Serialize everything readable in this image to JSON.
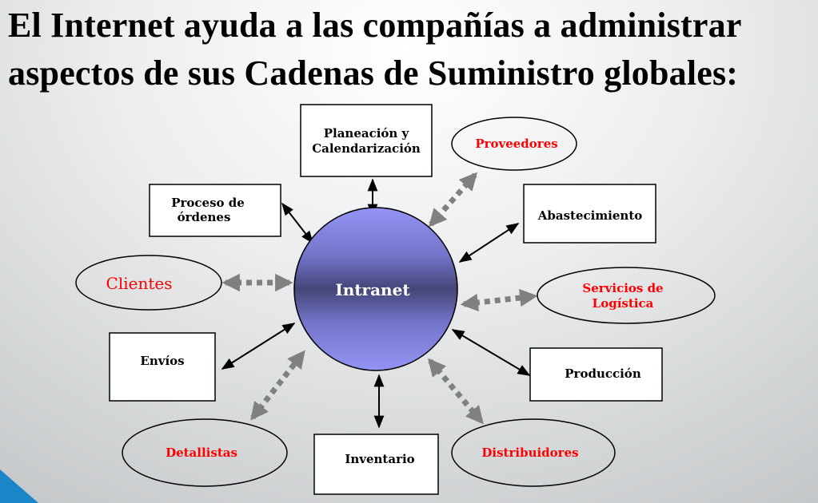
{
  "title": {
    "line1": "El Internet ayuda a las compañías a administrar",
    "line2": "aspectos de sus Cadenas de Suministro globales:"
  },
  "diagram": {
    "center": "Intranet",
    "boxes": {
      "planeacion_1": "Planeación y",
      "planeacion_2": "Calendarización",
      "proceso_1": "Proceso de",
      "proceso_2": "órdenes",
      "abastecimiento": "Abastecimiento",
      "envios": "Envíos",
      "produccion": "Producción",
      "inventario": "Inventario"
    },
    "ellipses": {
      "proveedores": "Proveedores",
      "clientes": "Clientes",
      "servicios_1": "Servicios de",
      "servicios_2": "Logística",
      "detallistas": "Detallistas",
      "distribuidores": "Distribuidores"
    }
  },
  "colors": {
    "accent_red": "#ff0000",
    "circle": "#8f8ff0",
    "accent_blue": "#1a86c8"
  }
}
